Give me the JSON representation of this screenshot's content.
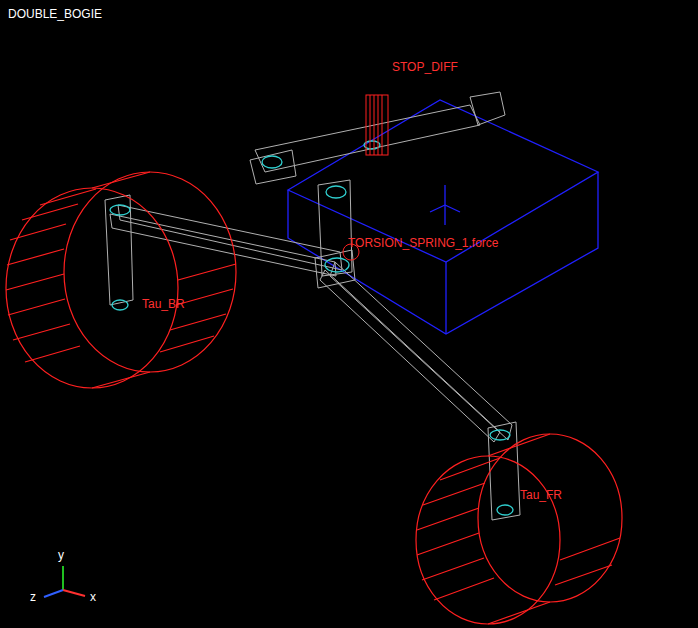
{
  "diagram": {
    "title": "DOUBLE_BOGIE",
    "labels": [
      "STOP_DIFF",
      "TORSION_SPRING_1.force",
      "Tau_BR",
      "Tau_FR",
      "y",
      "z",
      "x"
    ]
  }
}
